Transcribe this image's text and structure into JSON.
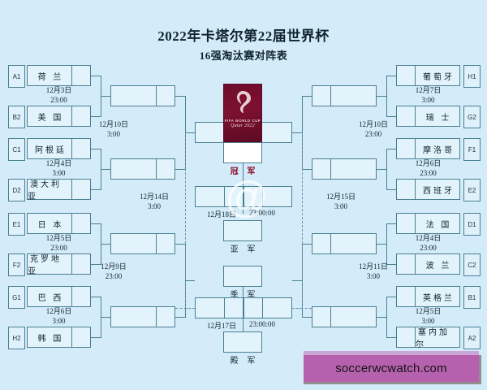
{
  "header": {
    "title": "2022年卡塔尔第22届世界杯",
    "subtitle": "16强淘汰赛对阵表"
  },
  "logo": {
    "line1": "FIFA WORLD CUP",
    "line2": "Qatar 2022",
    "alt": "fifa-world-cup-qatar-2022-logo"
  },
  "ranks": {
    "champion": "冠 军",
    "runner_up": "亚 军",
    "third": "季 军",
    "fourth": "殿 军"
  },
  "left": {
    "round16": [
      {
        "seed_top": "A1",
        "team_top": "荷 兰",
        "seed_bottom": "B2",
        "team_bottom": "美 国",
        "date": "12月3日",
        "time": "23:00"
      },
      {
        "seed_top": "C1",
        "team_top": "阿根廷",
        "seed_bottom": "D2",
        "team_bottom": "澳大利亚",
        "date": "12月4日",
        "time": "3:00"
      },
      {
        "seed_top": "E1",
        "team_top": "日 本",
        "seed_bottom": "F2",
        "team_bottom": "克罗地亚",
        "date": "12月5日",
        "time": "23:00"
      },
      {
        "seed_top": "G1",
        "team_top": "巴 西",
        "seed_bottom": "H2",
        "team_bottom": "韩 国",
        "date": "12月6日",
        "time": "3:00"
      }
    ],
    "quarters": [
      {
        "date": "12月10日",
        "time": "3:00"
      },
      {
        "date": "12月9日",
        "time": "23:00"
      }
    ],
    "semi": {
      "date": "12月14日",
      "time": "3:00"
    }
  },
  "right": {
    "round16": [
      {
        "seed_top": "H1",
        "team_top": "葡萄牙",
        "seed_bottom": "G2",
        "team_bottom": "瑞 士",
        "date": "12月7日",
        "time": "3:00"
      },
      {
        "seed_top": "F1",
        "team_top": "摩洛哥",
        "seed_bottom": "E2",
        "team_bottom": "西班牙",
        "date": "12月6日",
        "time": "23:00"
      },
      {
        "seed_top": "D1",
        "team_top": "法 国",
        "seed_bottom": "C2",
        "team_bottom": "波 兰",
        "date": "12月4日",
        "time": "23:00"
      },
      {
        "seed_top": "B1",
        "team_top": "英格兰",
        "seed_bottom": "A2",
        "team_bottom": "塞内加尔",
        "date": "12月5日",
        "time": "3:00"
      }
    ],
    "quarters": [
      {
        "date": "12月10日",
        "time": "23:00"
      },
      {
        "date": "12月11日",
        "time": "3:00"
      }
    ],
    "semi": {
      "date": "12月15日",
      "time": "3:00"
    }
  },
  "final": {
    "date": "12月18日",
    "time": "23:00:00"
  },
  "third_place": {
    "date": "12月17日",
    "time": "23:00:00"
  },
  "watermark": {
    "symbol": "@"
  },
  "footer": {
    "site": "soccerwcwatch.com"
  },
  "colors": {
    "background": "#d4ecfa",
    "line": "#4a7f92",
    "box_fill": "#e3f3fc",
    "logo_maroon": "#7d1033",
    "champion_text": "#8c1330",
    "banner": "#b561ad"
  }
}
